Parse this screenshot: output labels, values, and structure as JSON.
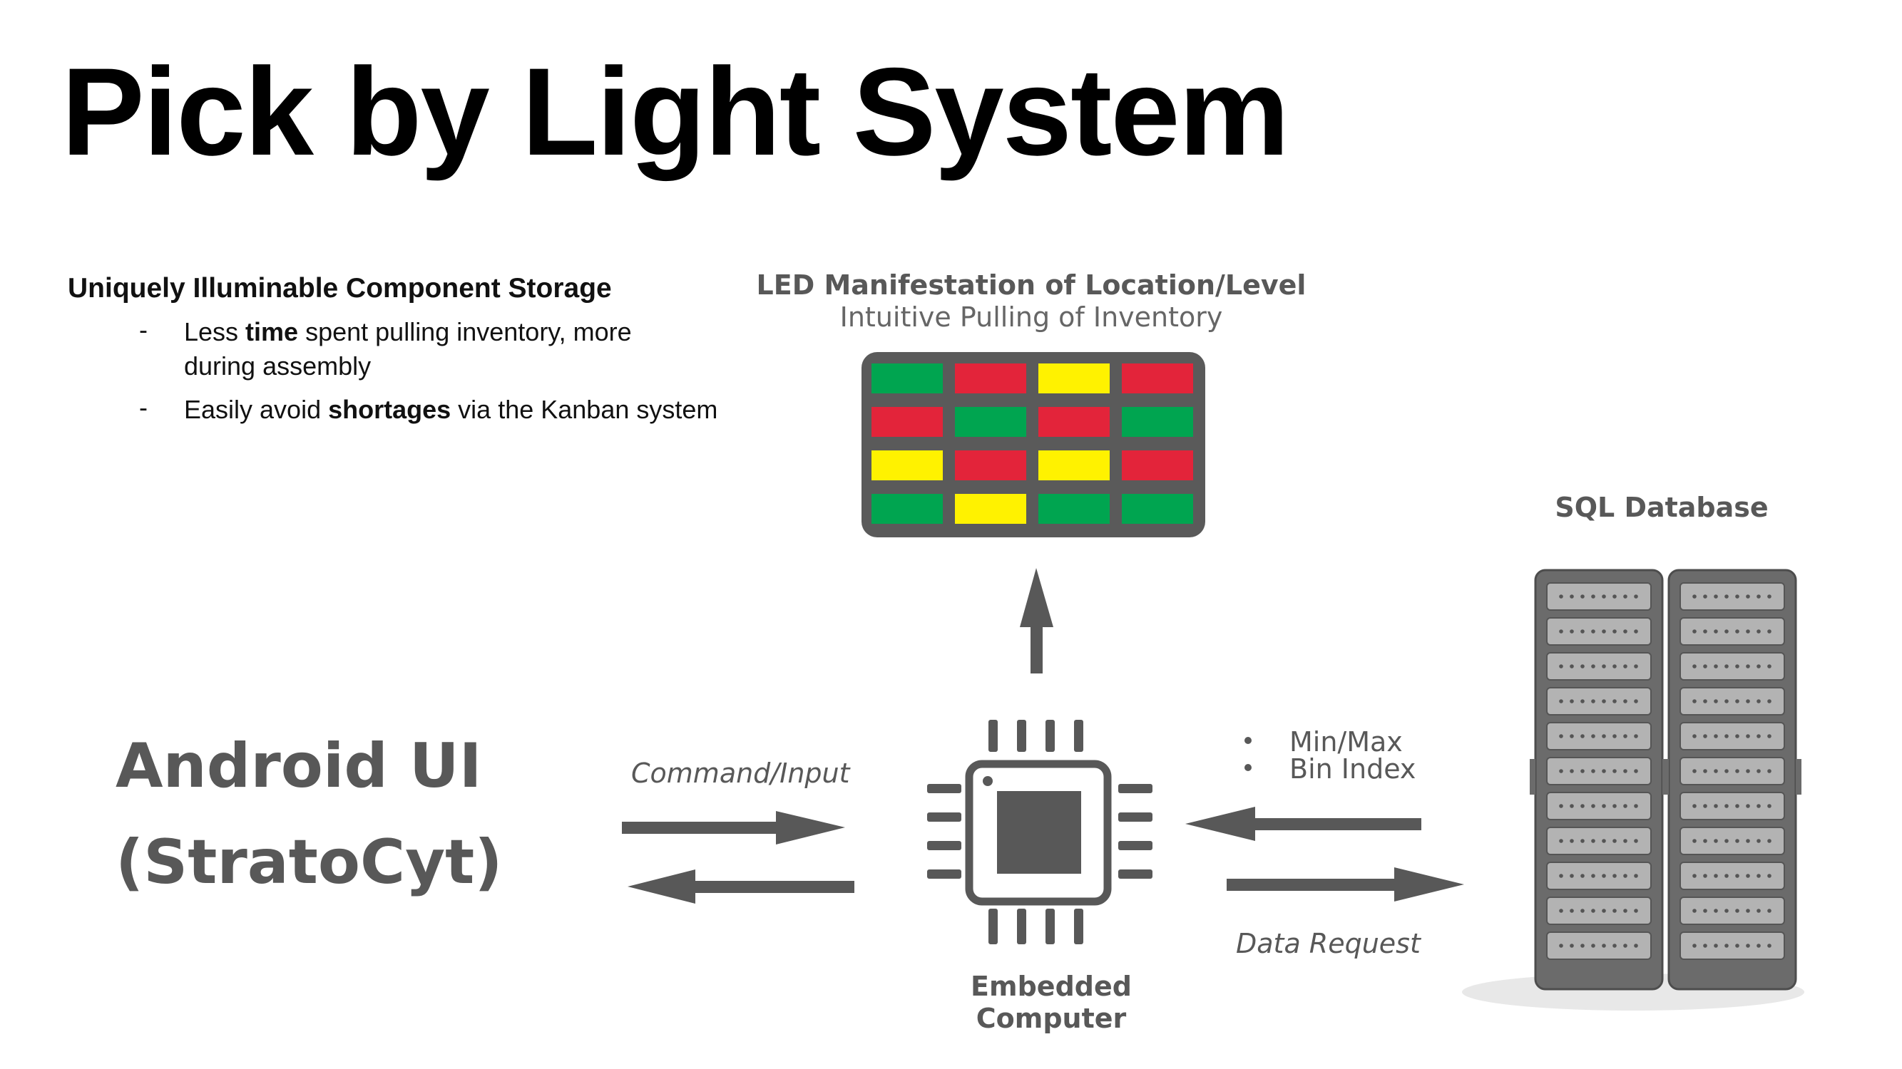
{
  "title": "Pick by Light System",
  "intro": {
    "heading": "Uniquely Illuminable Component Storage",
    "bullets": [
      {
        "dash": "-",
        "pre": "Less ",
        "bold": "time",
        "post": " spent pulling inventory, more during assembly"
      },
      {
        "dash": "-",
        "pre": "Easily avoid ",
        "bold": "shortages",
        "post": " via the Kanban system"
      }
    ]
  },
  "led_panel": {
    "title": "LED Manifestation of Location/Level",
    "subtitle": "Intuitive Pulling of Inventory",
    "grid": [
      [
        "green",
        "red",
        "yellow",
        "red"
      ],
      [
        "red",
        "green",
        "red",
        "green"
      ],
      [
        "yellow",
        "red",
        "yellow",
        "red"
      ],
      [
        "green",
        "yellow",
        "green",
        "green"
      ]
    ]
  },
  "colors": {
    "green": "#00a550",
    "red": "#e3243a",
    "yellow": "#fff200",
    "gray": "#585858",
    "frame": "#5a5a5a"
  },
  "android": {
    "line1": "Android UI",
    "line2": "(StratoCyt)"
  },
  "command_label": "Command/Input",
  "embedded": {
    "line1": "Embedded",
    "line2": "Computer",
    "icon": "chip-icon"
  },
  "sql": {
    "label": "SQL Database",
    "bullets": [
      "Min/Max",
      "Bin Index"
    ],
    "request_label": "Data Request",
    "icon": "server-rack-icon"
  }
}
